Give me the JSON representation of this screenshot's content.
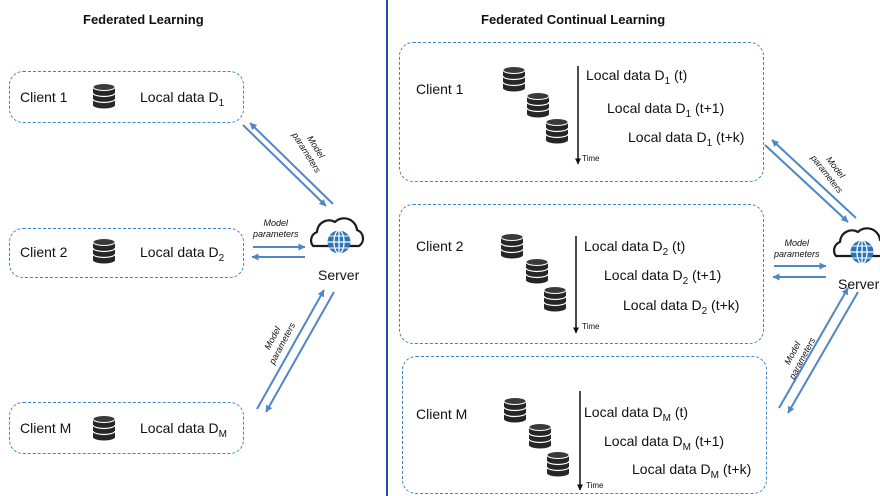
{
  "titles": {
    "fl": "Federated Learning",
    "fcl": "Federated Continual Learning"
  },
  "fl": {
    "clients": [
      {
        "name": "Client 1",
        "data_prefix": "Local data D",
        "data_sub": "1"
      },
      {
        "name": "Client 2",
        "data_prefix": "Local data D",
        "data_sub": "2"
      },
      {
        "name": "Client M",
        "data_prefix": "Local data D",
        "data_sub": "M"
      }
    ],
    "server_label": "Server",
    "edge_label_line1": "Model",
    "edge_label_line2": "parameters"
  },
  "fcl": {
    "clients": [
      {
        "name": "Client 1",
        "sub": "1",
        "entries": [
          {
            "prefix": "Local data D",
            "suffix": " (t)"
          },
          {
            "prefix": "Local data D",
            "suffix": " (t+1)"
          },
          {
            "prefix": "Local data D",
            "suffix": " (t+k)"
          }
        ]
      },
      {
        "name": "Client 2",
        "sub": "2",
        "entries": [
          {
            "prefix": "Local data D",
            "suffix": " (t)"
          },
          {
            "prefix": "Local data D",
            "suffix": " (t+1)"
          },
          {
            "prefix": "Local data D",
            "suffix": " (t+k)"
          }
        ]
      },
      {
        "name": "Client M",
        "sub": "M",
        "entries": [
          {
            "prefix": "Local data D",
            "suffix": " (t)"
          },
          {
            "prefix": "Local data D",
            "suffix": " (t+1)"
          },
          {
            "prefix": "Local data D",
            "suffix": " (t+k)"
          }
        ]
      }
    ],
    "time_label": "Time",
    "server_label": "Server",
    "edge_label_line1": "Model",
    "edge_label_line2": "parameters"
  },
  "colors": {
    "divider": "#1f4fa8",
    "box_border": "#3a86c8",
    "arrow": "#4f86c6",
    "database": "#262626",
    "cloud_icon": "#2e75b6"
  },
  "icons": [
    "database-icon",
    "cloud-globe-icon"
  ]
}
